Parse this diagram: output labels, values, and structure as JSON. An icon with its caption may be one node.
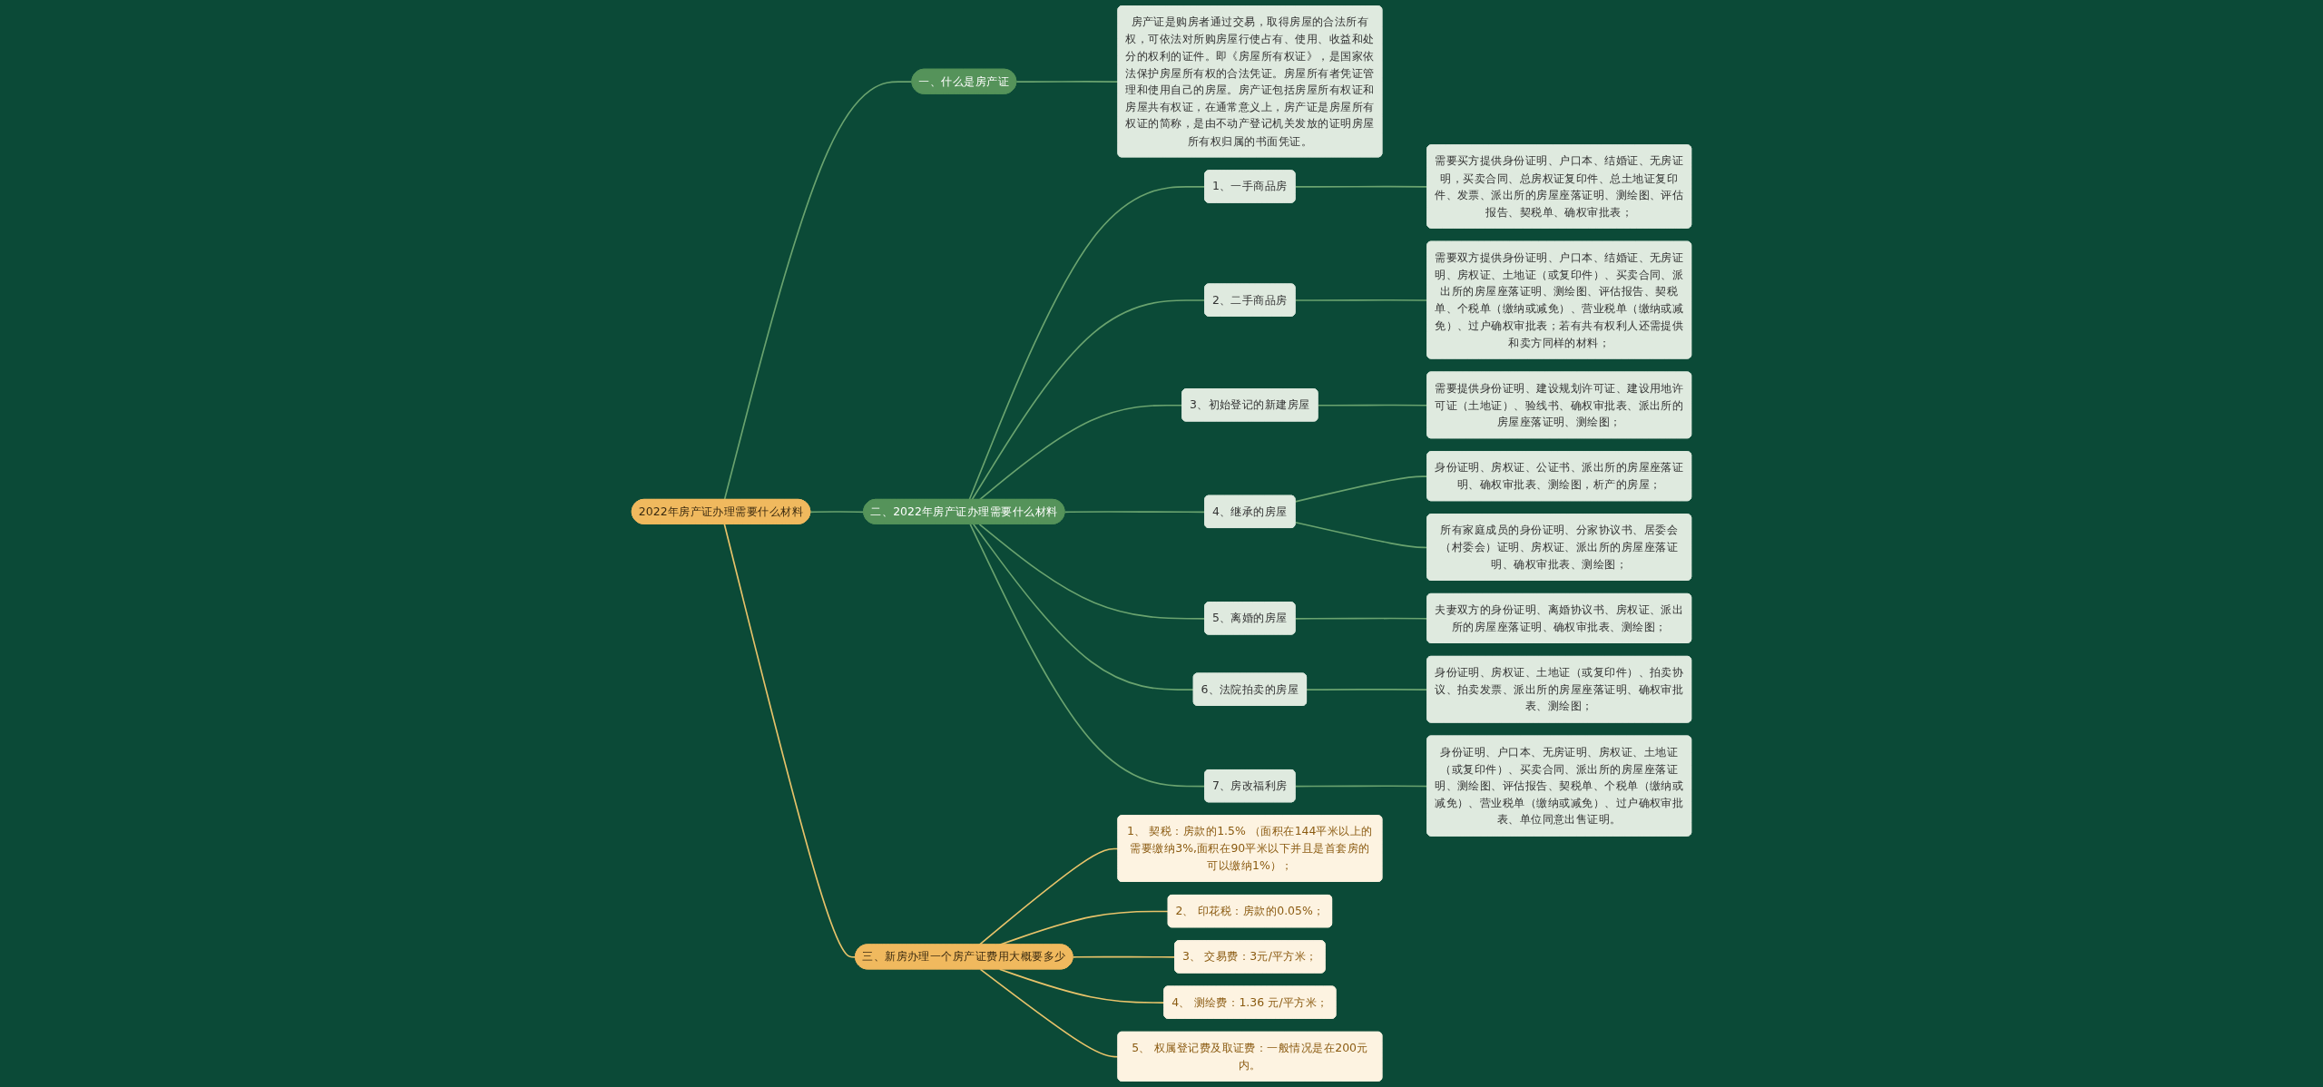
{
  "diagram": {
    "nodes": [
      {
        "text": [
          "2022年房产证办理需要什么材料"
        ]
      },
      {
        "text": [
          "一、什么是房产证"
        ]
      },
      {
        "text": [
          "房产证是购房者通过交易，取得房屋的合法所有权，可依法对所购房屋行使占有、使用、收益和处分的权利的证件。即《房屋所有权证》，是国家依法保护房屋所有权的合法凭证。房屋所有者凭证管理和使用自己的房屋。房产证包括房屋所有权证和房屋共有权证，在通常意义上，房产证是房屋所有权证的简称，是由不动产登记机关发放的证明房屋所有权归属的书面凭证。"
        ]
      },
      {
        "text": [
          "二、2022年房产证办理需要什么材料"
        ]
      },
      {
        "text": [
          "1、一手商品房"
        ]
      },
      {
        "text": [
          "需要买方提供身份证明、户口本、结婚证、无房证明，买卖合同、总房权证复印件、总土地证复印件、发票、派出所的房屋座落证明、测绘图、评估报告、契税单、确权审批表；"
        ]
      },
      {
        "text": [
          "2、二手商品房"
        ]
      },
      {
        "text": [
          "需要双方提供身份证明、户口本、结婚证、无房证明、房权证、土地证（或复印件）、买卖合同、派出所的房屋座落证明、测绘图、评估报告、契税单、个税单（缴纳或减免）、营业税单（缴纳或减免）、过户确权审批表；若有共有权利人还需提供和卖方同样的材料；"
        ]
      },
      {
        "text": [
          "3、初始登记的新建房屋"
        ]
      },
      {
        "text": [
          "需要提供身份证明、建设规划许可证、建设用地许可证（土地证）、验线书、确权审批表、派出所的房屋座落证明、测绘图；"
        ]
      },
      {
        "text": [
          "4、继承的房屋"
        ]
      },
      {
        "text": [
          "身份证明、房权证、公证书、派出所的房屋座落证明、确权审批表、测绘图，析产的房屋；"
        ]
      },
      {
        "text": [
          "所有家庭成员的身份证明、分家协议书、居委会（村委会）证明、房权证、派出所的房屋座落证明、确权审批表、测绘图；"
        ]
      },
      {
        "text": [
          "5、离婚的房屋"
        ]
      },
      {
        "text": [
          "夫妻双方的身份证明、离婚协议书、房权证、派出所的房屋座落证明、确权审批表、测绘图；"
        ]
      },
      {
        "text": [
          "6、法院拍卖的房屋"
        ]
      },
      {
        "text": [
          "身份证明、房权证、土地证（或复印件）、拍卖协议、拍卖发票、派出所的房屋座落证明、确权审批表、测绘图；"
        ]
      },
      {
        "text": [
          "7、房改福利房"
        ]
      },
      {
        "text": [
          "身份证明、户口本、无房证明、房权证、土地证（或复印件）、买卖合同、派出所的房屋座落证明、测绘图、评估报告、契税单、个税单（缴纳或减免）、营业税单（缴纳或减免）、过户确权审批表、单位同意出售证明。"
        ]
      },
      {
        "text": [
          "三、新房办理一个房产证费用大概要多少"
        ]
      },
      {
        "text": [
          "1、 契税：房款的1.5% （面积在144平米以上的需要缴纳3%,面积在90平米以下并且是首套房的可以缴纳1%）；"
        ]
      },
      {
        "text": [
          "2、 印花税：房款的0.05%；"
        ]
      },
      {
        "text": [
          "3、 交易费：3元/平方米；"
        ]
      },
      {
        "text": [
          "4、 测绘费：1.36 元/平方米；"
        ]
      },
      {
        "text": [
          "5、 权属登记费及取证费：一般情况是在200元内。"
        ]
      }
    ],
    "edges": [
      {
        "from": 0,
        "to": 1,
        "arrow": "none"
      },
      {
        "from": 1,
        "to": 2,
        "arrow": "none"
      },
      {
        "from": 0,
        "to": 3,
        "arrow": "none"
      },
      {
        "from": 3,
        "to": 4,
        "arrow": "none"
      },
      {
        "from": 4,
        "to": 5,
        "arrow": "none"
      },
      {
        "from": 3,
        "to": 6,
        "arrow": "none"
      },
      {
        "from": 6,
        "to": 7,
        "arrow": "none"
      },
      {
        "from": 3,
        "to": 8,
        "arrow": "none"
      },
      {
        "from": 8,
        "to": 9,
        "arrow": "none"
      },
      {
        "from": 3,
        "to": 10,
        "arrow": "none"
      },
      {
        "from": 10,
        "to": 11,
        "arrow": "none"
      },
      {
        "from": 10,
        "to": 12,
        "arrow": "none"
      },
      {
        "from": 3,
        "to": 13,
        "arrow": "none"
      },
      {
        "from": 13,
        "to": 14,
        "arrow": "none"
      },
      {
        "from": 3,
        "to": 15,
        "arrow": "none"
      },
      {
        "from": 15,
        "to": 16,
        "arrow": "none"
      },
      {
        "from": 3,
        "to": 17,
        "arrow": "none"
      },
      {
        "from": 17,
        "to": 18,
        "arrow": "none"
      },
      {
        "from": 0,
        "to": 19,
        "arrow": "none",
        "color": "#e8c36a"
      },
      {
        "from": 19,
        "to": 20,
        "arrow": "none",
        "color": "#e8c36a"
      },
      {
        "from": 19,
        "to": 21,
        "arrow": "none",
        "color": "#e8c36a"
      },
      {
        "from": 19,
        "to": 22,
        "arrow": "none",
        "color": "#e8c36a"
      },
      {
        "from": 19,
        "to": 23,
        "arrow": "none",
        "color": "#e8c36a"
      },
      {
        "from": 19,
        "to": 24,
        "arrow": "none",
        "color": "#e8c36a"
      }
    ]
  }
}
